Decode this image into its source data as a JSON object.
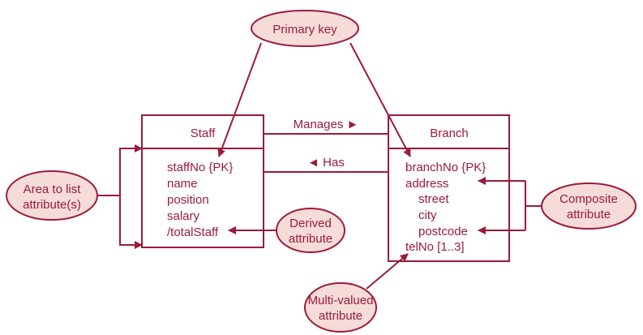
{
  "staff": {
    "name": "Staff",
    "attributes": [
      "staffNo {PK}",
      "name",
      "position",
      "salary",
      "/totalStaff"
    ]
  },
  "branch": {
    "name": "Branch",
    "attributes": [
      "branchNo {PK}",
      "address",
      "street",
      "city",
      "postcode",
      "telNo [1..3]"
    ]
  },
  "relationships": {
    "manages": "Manages ►",
    "has": "◄ Has"
  },
  "callouts": {
    "primary_key": [
      "Primary key"
    ],
    "area": [
      "Area to list",
      "attribute(s)"
    ],
    "derived": [
      "Derived",
      "attribute"
    ],
    "composite": [
      "Composite",
      "attribute"
    ],
    "multi": [
      "Multi-valued",
      "attribute"
    ]
  },
  "colors": {
    "line": "#9b1b3a",
    "fill": "#f6dcd8"
  }
}
